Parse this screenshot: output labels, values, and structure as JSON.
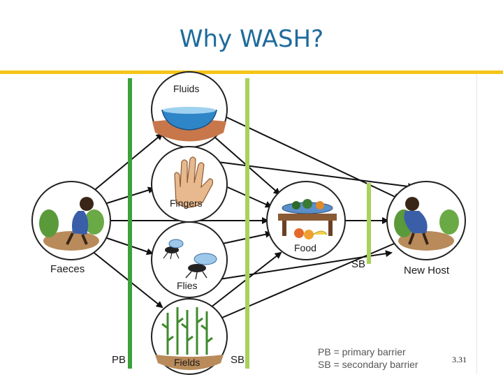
{
  "title": "Why WASH?",
  "nodes": {
    "faeces": "Faeces",
    "fluids": "Fluids",
    "fingers": "Fingers",
    "flies": "Flies",
    "fields": "Fields",
    "food": "Food",
    "new_host": "New Host"
  },
  "barriers": {
    "pb_label": "PB",
    "sb_label_left": "SB",
    "sb_label_right": "SB"
  },
  "legend": {
    "line1": "PB = primary barrier",
    "line2": "SB = secondary barrier"
  },
  "slide_number": "3.31",
  "colors": {
    "title": "#1f6b9c",
    "rule": "#f5c518",
    "primary_barrier": "#3aa23a",
    "secondary_barrier": "#a9d15b"
  }
}
